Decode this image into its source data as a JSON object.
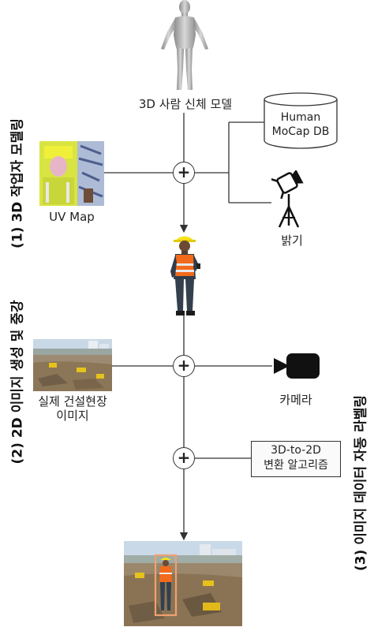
{
  "diagram": {
    "labels": {
      "body_model": "3D 사람 신체 모델",
      "mocap_db_line1": "Human",
      "mocap_db_line2": "MoCap DB",
      "uv_map": "UV Map",
      "light": "밝기",
      "site_image_line1": "실제 건설현장",
      "site_image_line2": "이미지",
      "camera": "카메라",
      "algo_line1": "3D-to-2D",
      "algo_line2": "변환 알고리즘"
    },
    "side_titles": {
      "step1": "(1) 3D 작업자 모델링",
      "step2": "(2) 2D 이미지 생성 및 중강",
      "step3": "(3) 이미지 데이터 자동 라벨링"
    },
    "operators": {
      "plus": "+"
    },
    "icons": [
      "human-mesh-icon",
      "database-icon",
      "uv-map-texture",
      "spotlight-icon",
      "worker-3d-model",
      "construction-site-photo",
      "video-camera-icon",
      "labeled-result-photo"
    ],
    "colors": {
      "line": "#333333",
      "bbox": "#f0a070",
      "vest": "#f26a1b"
    }
  }
}
